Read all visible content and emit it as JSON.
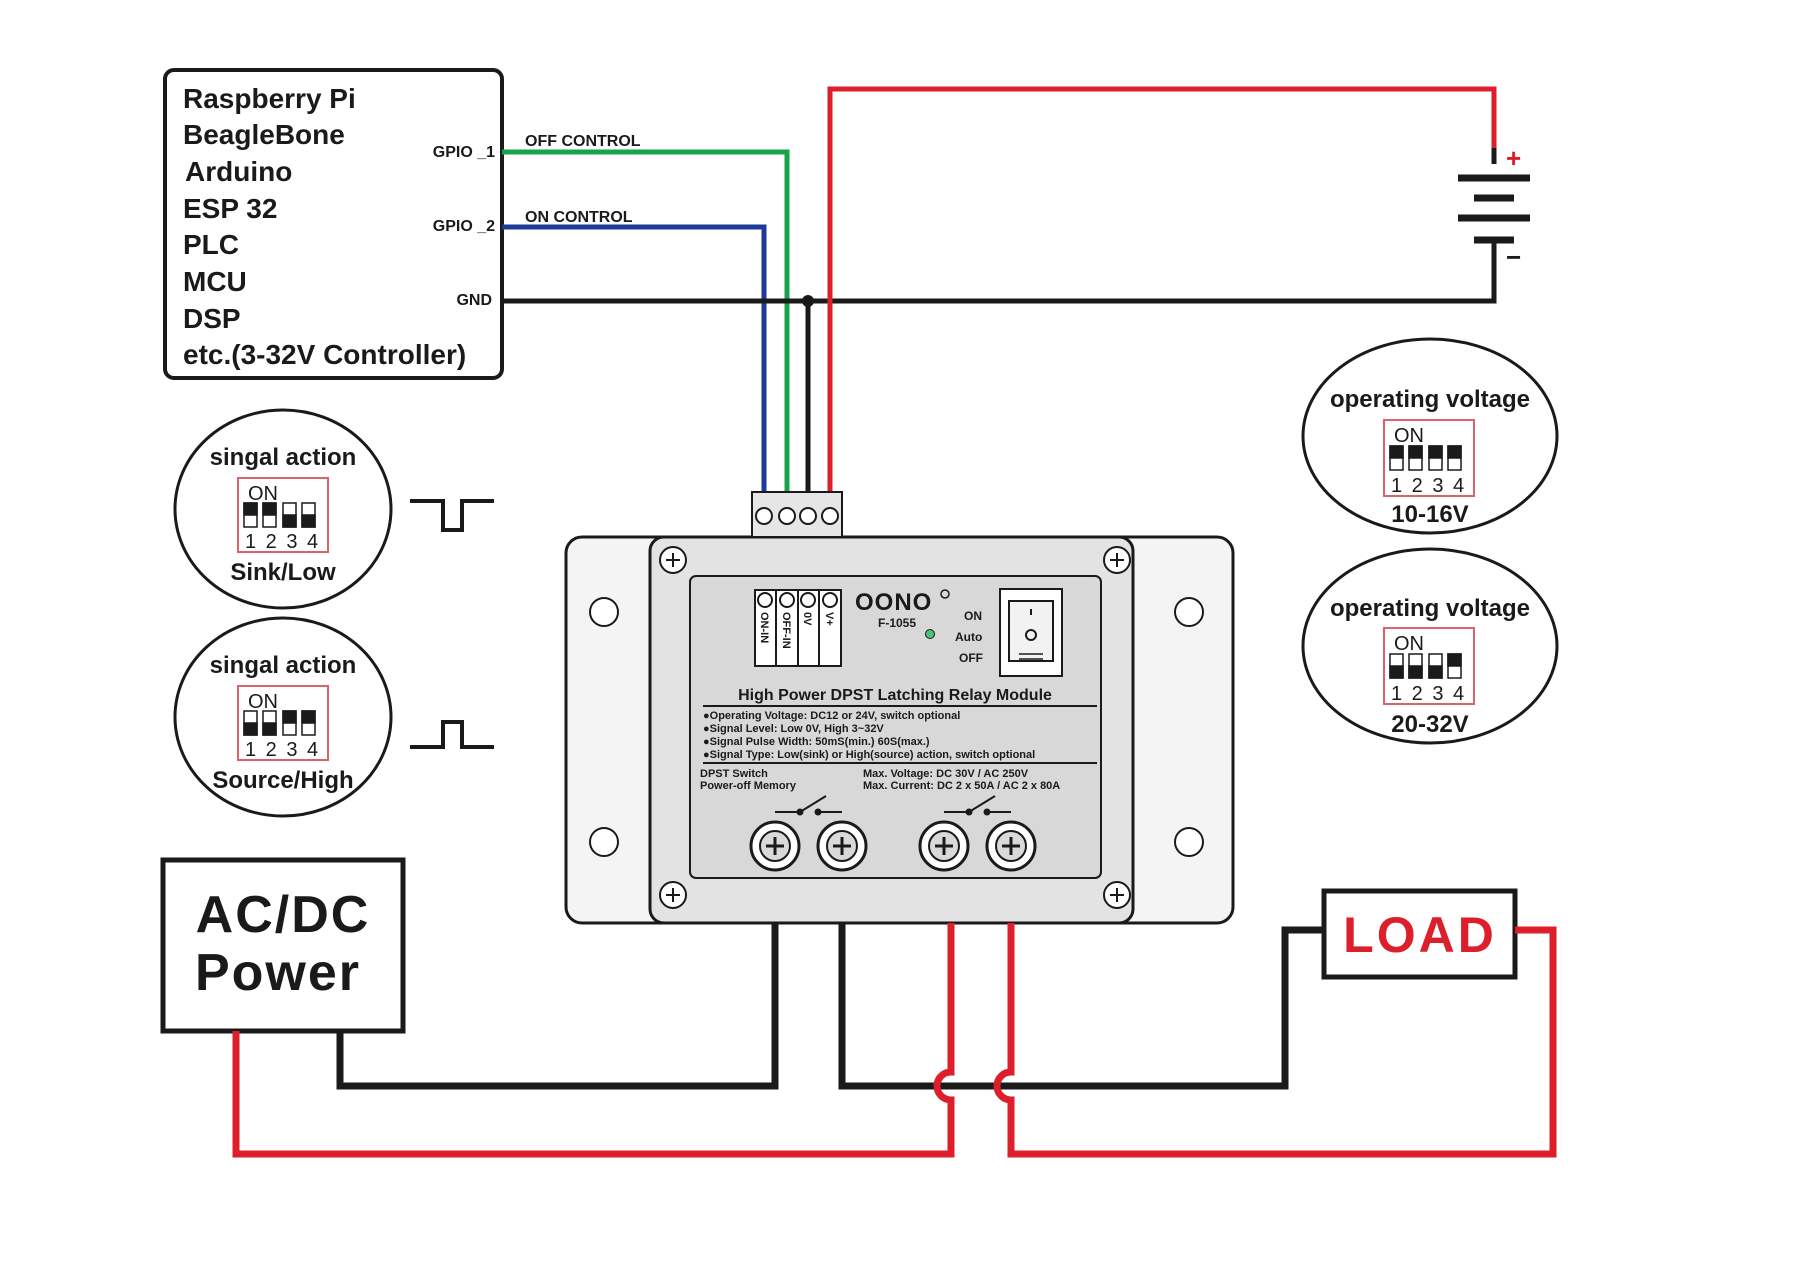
{
  "controller": {
    "lines": [
      "Raspberry Pi",
      "BeagleBone",
      "Arduino",
      "ESP 32",
      "PLC",
      "MCU",
      "DSP",
      "etc.(3-32V Controller)"
    ],
    "pins": {
      "gpio1": "GPIO _1",
      "gpio2": "GPIO _2",
      "gnd": "GND"
    },
    "signals": {
      "off": "OFF  CONTROL",
      "on": "ON  CONTROL"
    }
  },
  "battery": {
    "plus": "+",
    "minus": "−"
  },
  "dip_settings": [
    {
      "title": "singal action",
      "on_label": "ON",
      "numbers": "1 2 3 4",
      "caption": "Sink/Low"
    },
    {
      "title": "singal action",
      "on_label": "ON",
      "numbers": "1 2 3 4",
      "caption": "Source/High"
    },
    {
      "title": "operating voltage",
      "on_label": "ON",
      "numbers": "1 2 3 4",
      "caption": "10-16V"
    },
    {
      "title": "operating voltage",
      "on_label": "ON",
      "numbers": "1 2 3 4",
      "caption": "20-32V"
    }
  ],
  "module": {
    "brand": "OONO",
    "model": "F-1055",
    "terminals": [
      "ON-IN",
      "OFF-IN",
      "0V",
      "V+"
    ],
    "switch_positions": [
      "ON",
      "Auto",
      "OFF"
    ],
    "title": "High Power DPST Latching Relay Module",
    "specs": [
      "●Operating Voltage: DC12 or 24V, switch optional",
      "●Signal Level: Low 0V, High 3~32V",
      "●Signal Pulse Width: 50mS(min.) 60S(max.)",
      "●Signal Type: Low(sink) or High(source) action, switch optional"
    ],
    "features": [
      "DPST Switch",
      "Power-off Memory"
    ],
    "ratings": [
      "Max. Voltage: DC 30V / AC 250V",
      "Max. Current: DC 2 x 50A / AC 2 x 80A"
    ]
  },
  "power_box": {
    "line1": "AC/DC",
    "line2": "Power"
  },
  "load_box": {
    "label": "LOAD"
  },
  "colors": {
    "red": "#dc1f2a",
    "green": "#16a34a",
    "blue": "#1d3a9b",
    "black": "#1a1a1a"
  }
}
